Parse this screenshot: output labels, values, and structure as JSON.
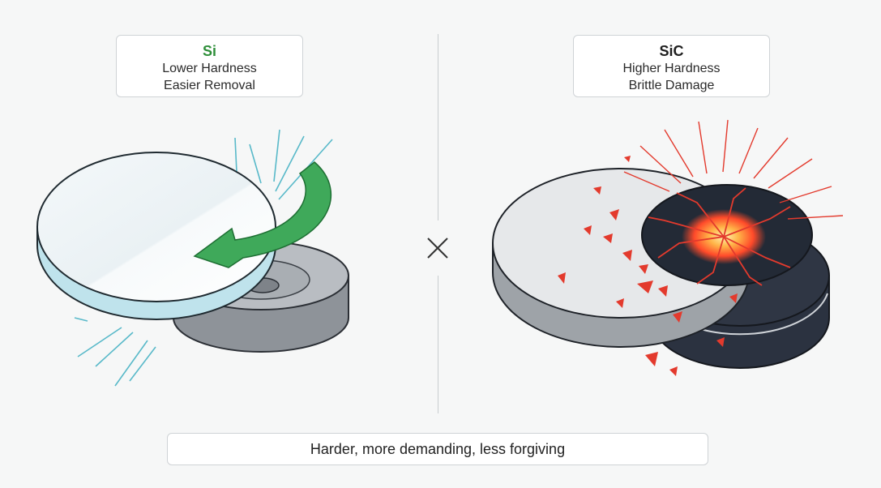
{
  "left_panel": {
    "title": "Si",
    "line1": "Lower Hardness",
    "line2": "Easier Removal",
    "title_color": "#2f8f3a"
  },
  "right_panel": {
    "title": "SiC",
    "line1": "Higher Hardness",
    "line2": "Brittle Damage",
    "title_color": "#1f1f1f"
  },
  "caption": "Harder, more demanding, less forgiving",
  "colors": {
    "si_arrow": "#3fa95a",
    "si_edge": "#bfe3ec",
    "sic_dark": "#2b3240",
    "fracture": "#e33a2d",
    "pad_gray": "#8e9399"
  }
}
